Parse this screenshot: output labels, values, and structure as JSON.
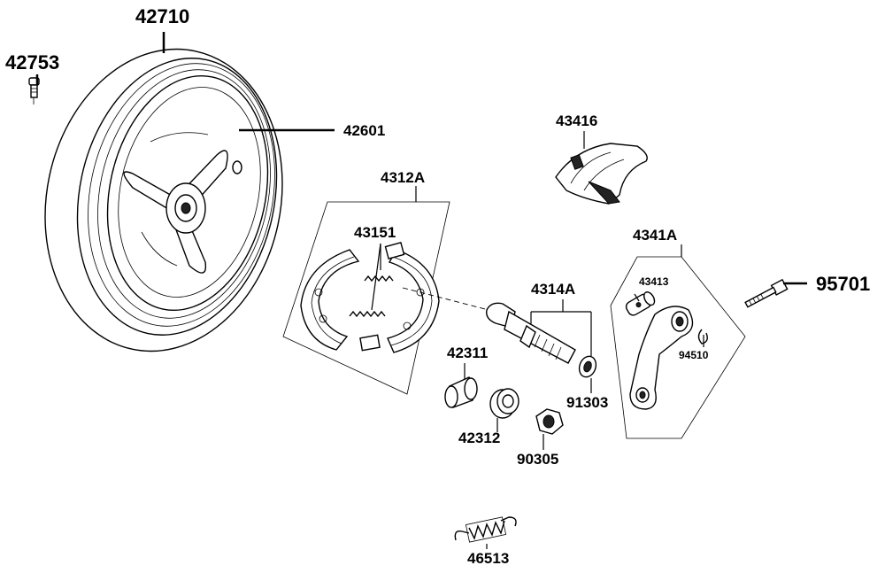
{
  "labels": {
    "wheel": "42710",
    "valve": "42753",
    "rim": "42601",
    "shoe_set": "4312A",
    "spring": "43151",
    "brake_cover": "43416",
    "cam_set": "4341A",
    "lever_bolt": "95701",
    "pin": "43413",
    "shaft_set": "4314A",
    "circlip": "94510",
    "bushing": "42311",
    "washer": "91303",
    "bearing": "42312",
    "nut": "90305",
    "return_spring": "46513"
  }
}
